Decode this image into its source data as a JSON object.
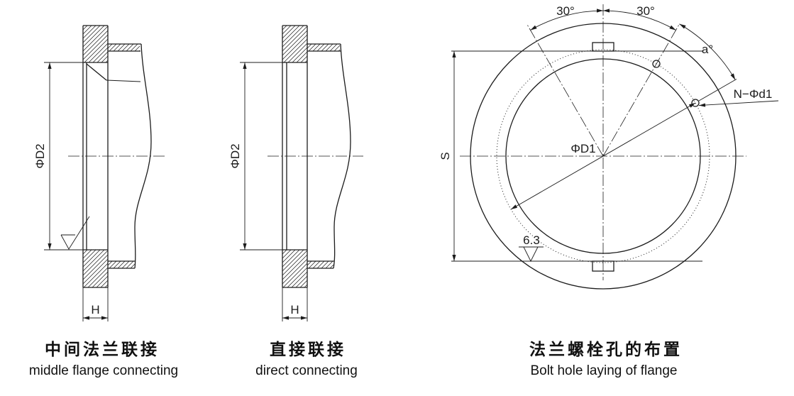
{
  "middle_flange": {
    "diameter_label": "ΦD2",
    "height_label": "H",
    "title_cn": "中间法兰联接",
    "title_en": "middle flange connecting"
  },
  "direct_connecting": {
    "diameter_label": "ΦD2",
    "height_label": "H",
    "title_cn": "直接联接",
    "title_en": "direct connecting"
  },
  "bolt_hole_layout": {
    "angle_left_label": "30°",
    "angle_right_label": "30°",
    "angle_a_label": "a°",
    "hole_label": "N−Φd1",
    "bolt_circle_label": "ΦD1",
    "width_label": "S",
    "roughness_label": "6.3",
    "title_cn": "法兰螺栓孔的布置",
    "title_en": "Bolt hole laying of flange"
  }
}
